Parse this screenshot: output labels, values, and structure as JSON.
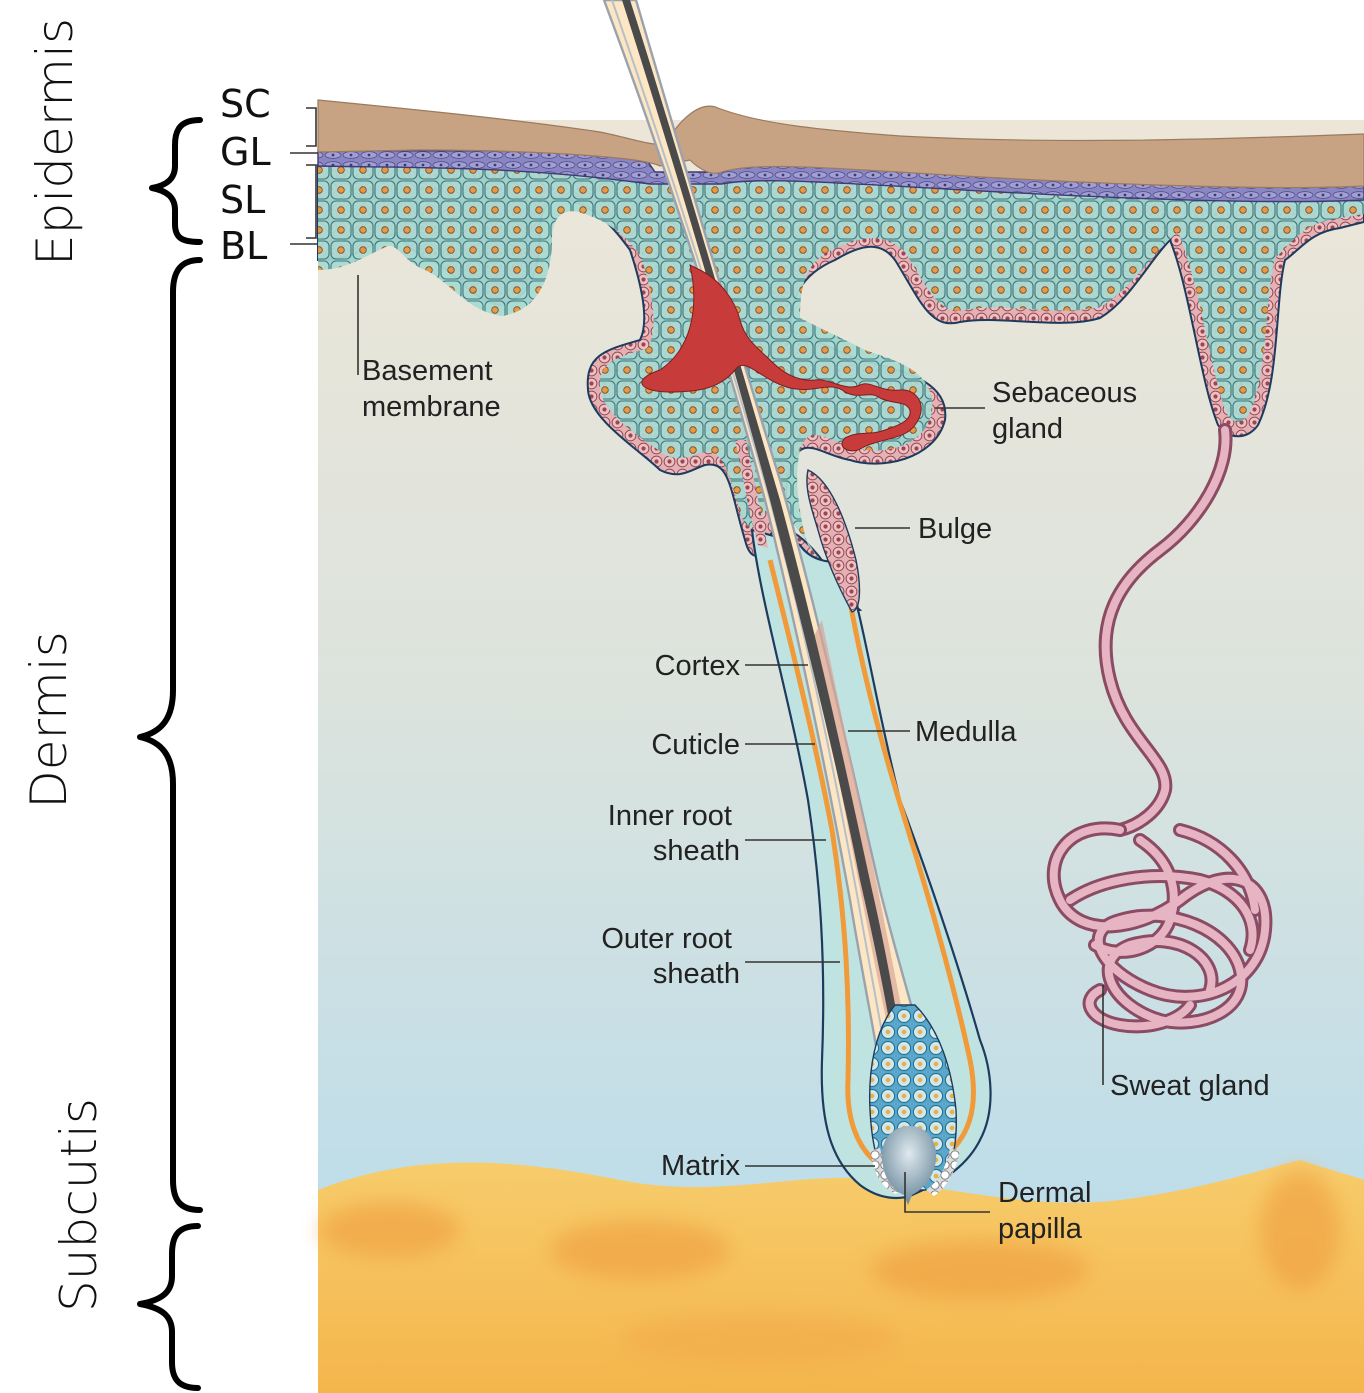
{
  "regions": {
    "epidermis": "Epidermis",
    "dermis": "Dermis",
    "subcutis": "Subcutis"
  },
  "layers": {
    "sc": "SC",
    "gl": "GL",
    "sl": "SL",
    "bl": "BL"
  },
  "labels": {
    "basement_membrane": [
      "Basement",
      "membrane"
    ],
    "sebaceous_gland": [
      "Sebaceous",
      "gland"
    ],
    "bulge": "Bulge",
    "cortex": "Cortex",
    "medulla": "Medulla",
    "cuticle": "Cuticle",
    "inner_root_sheath": [
      "Inner root",
      "sheath"
    ],
    "outer_root_sheath": [
      "Outer root",
      "sheath"
    ],
    "sweat_gland": "Sweat gland",
    "matrix": "Matrix",
    "dermal_papilla": [
      "Dermal",
      "papilla"
    ]
  },
  "colors": {
    "dermis_top": "#ece5d6",
    "dermis_bottom": "#b4dcef",
    "stratum_corneum": "#c9a585",
    "granular_layer": "#7b78b8",
    "keratinocyte": "#9ed3cc",
    "basal_cell": "#e9b3b7",
    "sebum": "#c73c3a",
    "hair_shaft": "#fde6c4",
    "medulla": "#4a4a4a",
    "sheath_orange": "#f09a3a",
    "sweat_gland": "#d68a9e",
    "fat": "#f6c25c"
  }
}
